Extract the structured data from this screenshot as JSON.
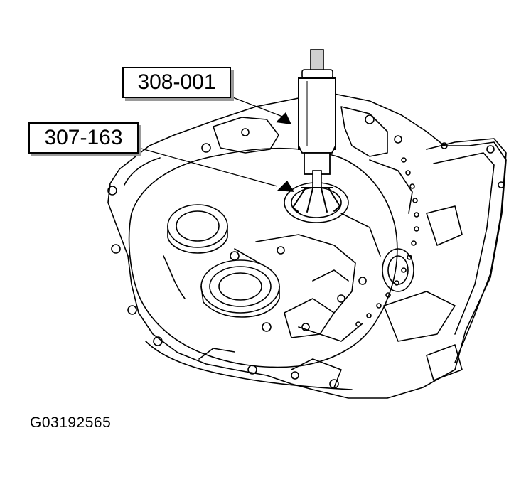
{
  "callouts": {
    "tool_308": "308-001",
    "tool_307": "307-163"
  },
  "figure_id": "G03192565"
}
